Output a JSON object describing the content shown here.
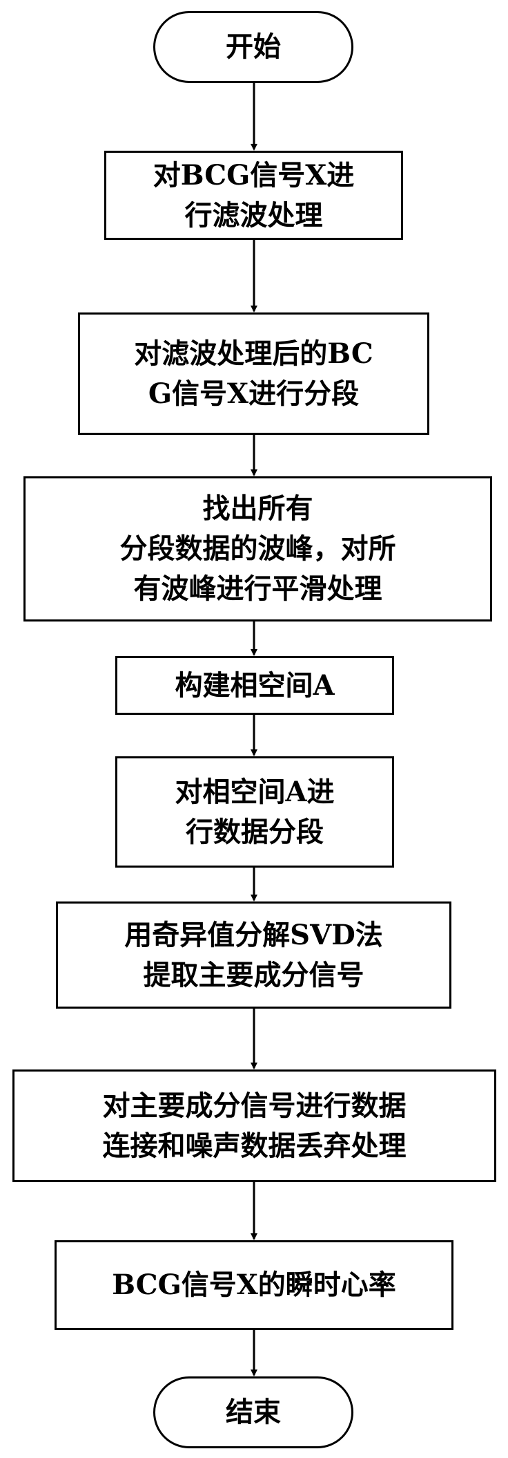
{
  "flowchart": {
    "start": "开始",
    "steps": [
      "对BCG信号X进\n行滤波处理",
      "对滤波处理后的BC\nG信号X进行分段",
      "找出所有\n分段数据的波峰，对所\n有波峰进行平滑处理",
      "构建相空间A",
      "对相空间A进\n行数据分段",
      "用奇异值分解SVD法\n提取主要成分信号",
      "对主要成分信号进行数据\n连接和噪声数据丢弃处理",
      "BCG信号X的瞬时心率"
    ],
    "end": "结束"
  }
}
